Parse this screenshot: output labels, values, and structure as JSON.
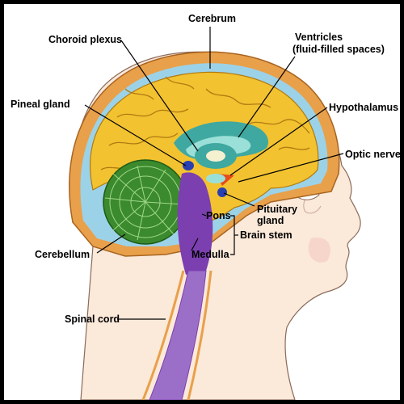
{
  "labels": {
    "cerebrum": "Cerebrum",
    "choroid_plexus": "Choroid plexus",
    "ventricles": "Ventricles",
    "ventricles_sub": "(fluid-filled spaces)",
    "pineal_gland": "Pineal gland",
    "hypothalamus": "Hypothalamus",
    "optic_nerve": "Optic nerve",
    "pituitary_line1": "Pituitary",
    "pituitary_line2": "gland",
    "pons": "Pons",
    "medulla": "Medulla",
    "brain_stem": "Brain stem",
    "cerebellum": "Cerebellum",
    "spinal_cord": "Spinal cord"
  },
  "colors": {
    "skin": "#fbe9da",
    "skin_outline": "#8a6a5a",
    "skull": "#e8a04a",
    "csf": "#9cd2e8",
    "cerebrum": "#f2c230",
    "gyri_lines": "#b07a10",
    "ventricle": "#3fa8a0",
    "cerebellum": "#3c8a2e",
    "brainstem": "#7b3fb0",
    "spinal_cord": "#9b6fc8",
    "hypothalamus": "#e84a1a",
    "pineal": "#2a3fb0"
  }
}
